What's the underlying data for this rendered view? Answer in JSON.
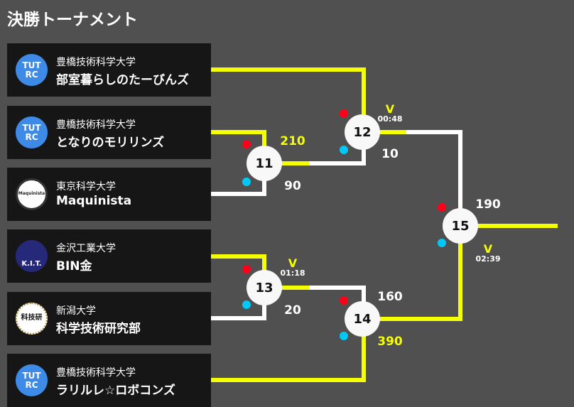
{
  "title": "決勝トーナメント",
  "colors": {
    "win": "#f6ff00",
    "lose": "#ffffff",
    "red": "#ff0018",
    "blue": "#00c8f8"
  },
  "teams": [
    {
      "university": "豊橋技術科学大学",
      "name": "部室暮らしのたーびんズ",
      "logo": "TUT RC"
    },
    {
      "university": "豊橋技術科学大学",
      "name": "となりのモリリンズ",
      "logo": "TUT RC"
    },
    {
      "university": "東京科学大学",
      "name": "Maquinista",
      "logo": "Maquinista"
    },
    {
      "university": "金沢工業大学",
      "name": "BIN金",
      "logo": "K.I.T."
    },
    {
      "university": "新潟大学",
      "name": "科学技術研究部",
      "logo": "科技研"
    },
    {
      "university": "豊橋技術科学大学",
      "name": "ラリルレ☆ロボコンズ",
      "logo": "TUT RC"
    }
  ],
  "matches": {
    "m11": {
      "number": "11",
      "top_score": "210",
      "bottom_score": "90"
    },
    "m12": {
      "number": "12",
      "v": "V",
      "time": "00:48",
      "bottom_score": "10"
    },
    "m13": {
      "number": "13",
      "v": "V",
      "time": "01:18",
      "bottom_score": "20"
    },
    "m14": {
      "number": "14",
      "top_score": "160",
      "bottom_score": "390"
    },
    "m15": {
      "number": "15",
      "top_score": "190",
      "v": "V",
      "time": "02:39"
    }
  }
}
